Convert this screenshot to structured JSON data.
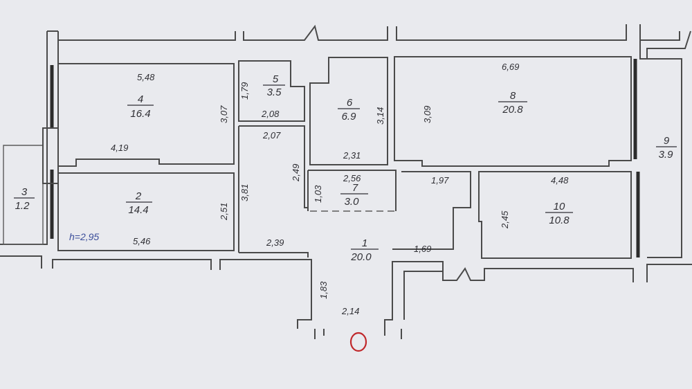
{
  "height_label": "h=2,95",
  "rooms": [
    {
      "num": "1",
      "area": "20.0"
    },
    {
      "num": "2",
      "area": "14.4"
    },
    {
      "num": "3",
      "area": "1.2"
    },
    {
      "num": "4",
      "area": "16.4"
    },
    {
      "num": "5",
      "area": "3.5"
    },
    {
      "num": "6",
      "area": "6.9"
    },
    {
      "num": "7",
      "area": "3.0"
    },
    {
      "num": "8",
      "area": "20.8"
    },
    {
      "num": "9",
      "area": "3.9"
    },
    {
      "num": "10",
      "area": "10.8"
    }
  ],
  "dimensions": [
    "5,48",
    "3,07",
    "4,19",
    "5,46",
    "2,51",
    "1,79",
    "2,08",
    "2,07",
    "3,81",
    "2,49",
    "1,03",
    "2,56",
    "3,14",
    "2,31",
    "6,69",
    "3,09",
    "1,97",
    "4,48",
    "2,45",
    "2,39",
    "1,69",
    "1,83",
    "2,14"
  ],
  "colors": {
    "walls": "#4a4a4a",
    "text": "#2f2f34",
    "height_label": "#3a4d9a",
    "entrance_marker": "#c0282b"
  }
}
